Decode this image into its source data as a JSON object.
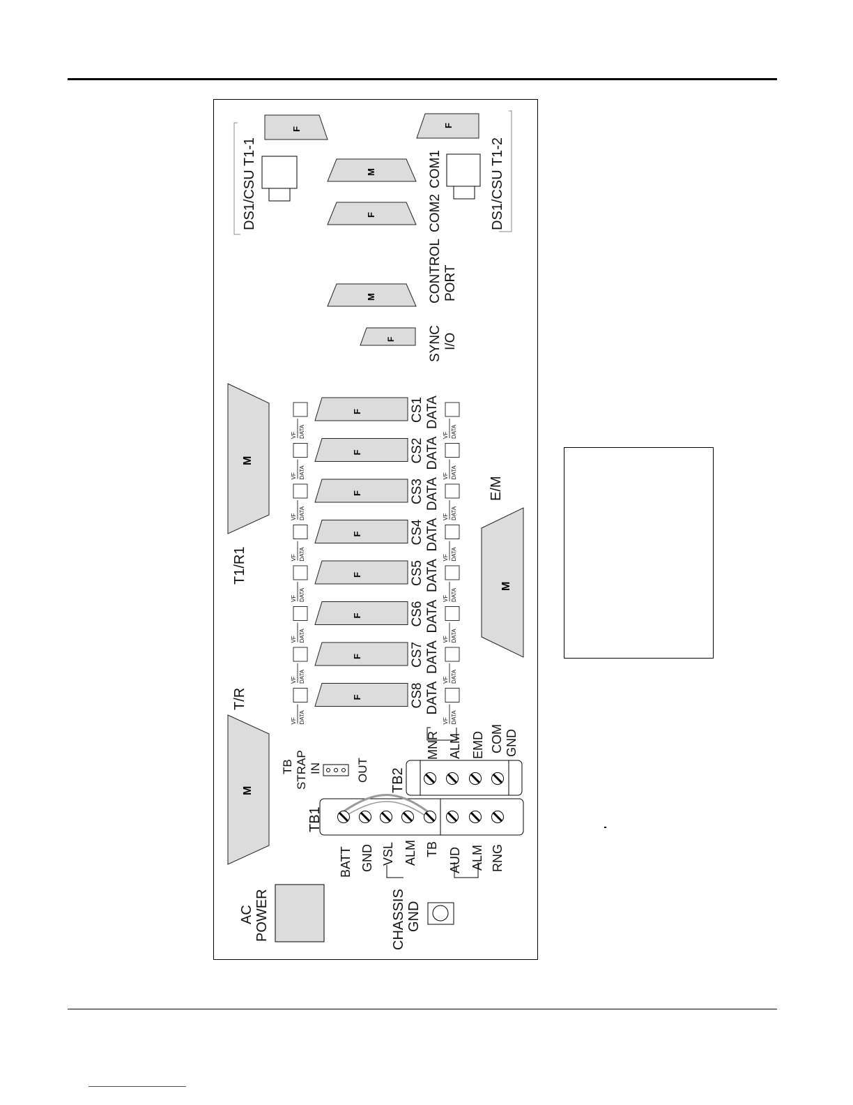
{
  "connector_codes": {
    "male": "M",
    "female": "F"
  },
  "labels": {
    "t1_1": "DS1/CSU T1-1",
    "t1_2": "DS1/CSU T1-2",
    "com2": "COM2",
    "com1": "COM1",
    "control_port": [
      "CONTROL",
      "PORT"
    ],
    "sync_io": [
      "SYNC",
      "I/O"
    ],
    "t1r1": "T1/R1",
    "tr": "T/R",
    "em": "E/M",
    "ac_power": [
      "AC",
      "POWER"
    ],
    "chassis_gnd": [
      "CHASSIS",
      "GND"
    ],
    "tb1": "TB1",
    "tb2": "TB2",
    "tb_strap": [
      "TB",
      "STRAP",
      "IN"
    ],
    "out": "OUT"
  },
  "cs_channels": [
    {
      "name": "CS1",
      "type": "DATA"
    },
    {
      "name": "CS2",
      "type": "DATA"
    },
    {
      "name": "CS3",
      "type": "DATA"
    },
    {
      "name": "CS4",
      "type": "DATA"
    },
    {
      "name": "CS5",
      "type": "DATA"
    },
    {
      "name": "CS6",
      "type": "DATA"
    },
    {
      "name": "CS7",
      "type": "DATA"
    },
    {
      "name": "CS8",
      "type": "DATA"
    }
  ],
  "vf_switch": {
    "top": "VF",
    "bottom": "DATA"
  },
  "tb1_terminals": [
    "BATT",
    "GND",
    "VSL",
    "ALM",
    "TB",
    "AUD",
    "ALM",
    "RNG"
  ],
  "tb2_terminals": [
    "MNR",
    "ALM",
    "EMD",
    "COM",
    "GND"
  ]
}
